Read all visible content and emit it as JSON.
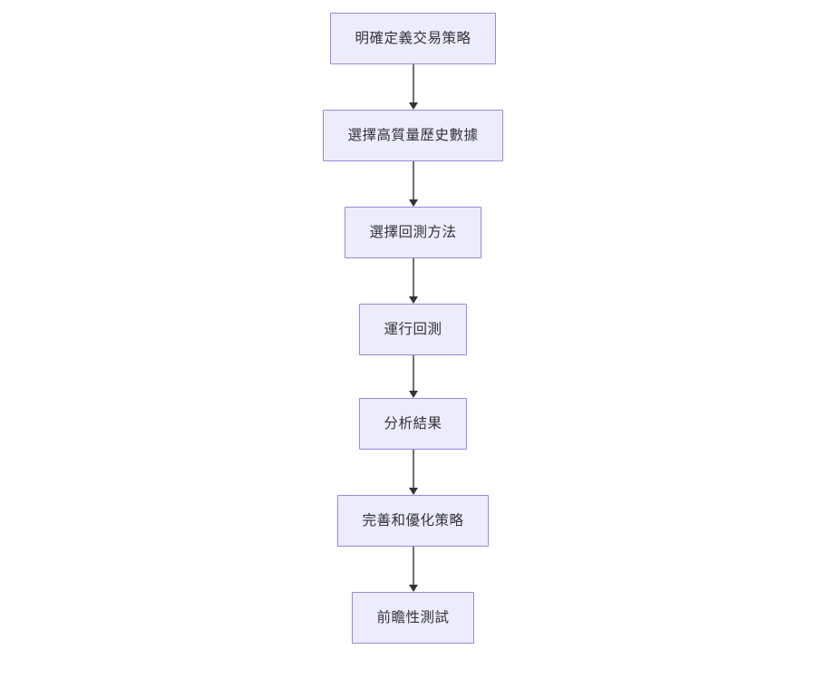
{
  "diagram": {
    "title": "",
    "type": "flowchart",
    "orientation": "vertical-top-down",
    "background_color": "#ffffff",
    "node_fill_color": "#ececfd",
    "node_border_color": "#9f86e0",
    "node_text_color": "#333338",
    "connector_line_color": "#6e6e78",
    "connector_arrowhead_color": "#333338",
    "nodes": [
      {
        "id": "n1",
        "label": "明確定義交易策略"
      },
      {
        "id": "n2",
        "label": "選擇高質量歷史數據"
      },
      {
        "id": "n3",
        "label": "選擇回測方法"
      },
      {
        "id": "n4",
        "label": "運行回測"
      },
      {
        "id": "n5",
        "label": "分析結果"
      },
      {
        "id": "n6",
        "label": "完善和優化策略"
      },
      {
        "id": "n7",
        "label": "前瞻性測試"
      }
    ],
    "edges": [
      {
        "from": "n1",
        "to": "n2",
        "label": ""
      },
      {
        "from": "n2",
        "to": "n3",
        "label": ""
      },
      {
        "from": "n3",
        "to": "n4",
        "label": ""
      },
      {
        "from": "n4",
        "to": "n5",
        "label": ""
      },
      {
        "from": "n5",
        "to": "n6",
        "label": ""
      },
      {
        "from": "n6",
        "to": "n7",
        "label": ""
      }
    ]
  }
}
